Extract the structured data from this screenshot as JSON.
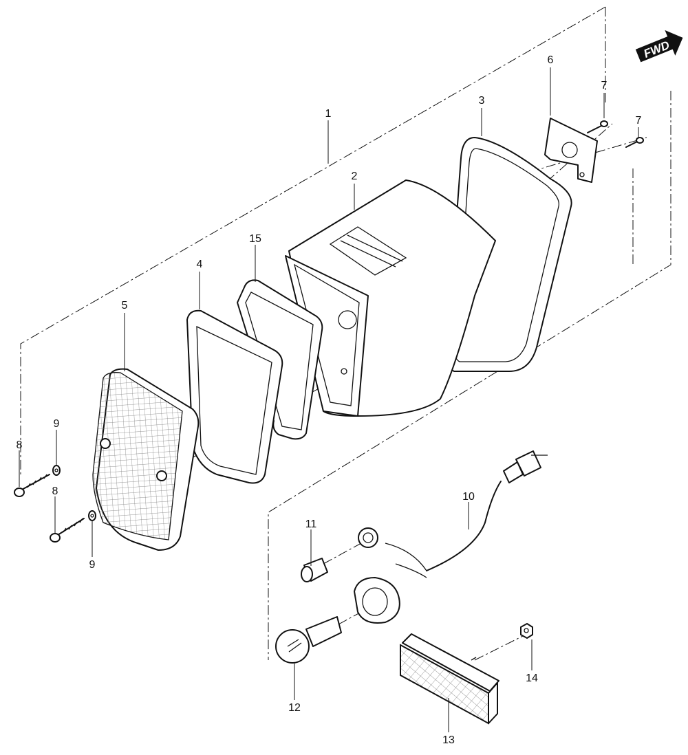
{
  "direction_badge": {
    "label": "FWD",
    "color": "#111111"
  },
  "callouts": {
    "c1": "1",
    "c2": "2",
    "c3": "3",
    "c4": "4",
    "c5": "5",
    "c6": "6",
    "c7a": "7",
    "c7b": "7",
    "c8a": "8",
    "c8b": "8",
    "c9a": "9",
    "c9b": "9",
    "c10": "10",
    "c11": "11",
    "c12": "12",
    "c13": "13",
    "c14": "14",
    "c15": "15"
  }
}
